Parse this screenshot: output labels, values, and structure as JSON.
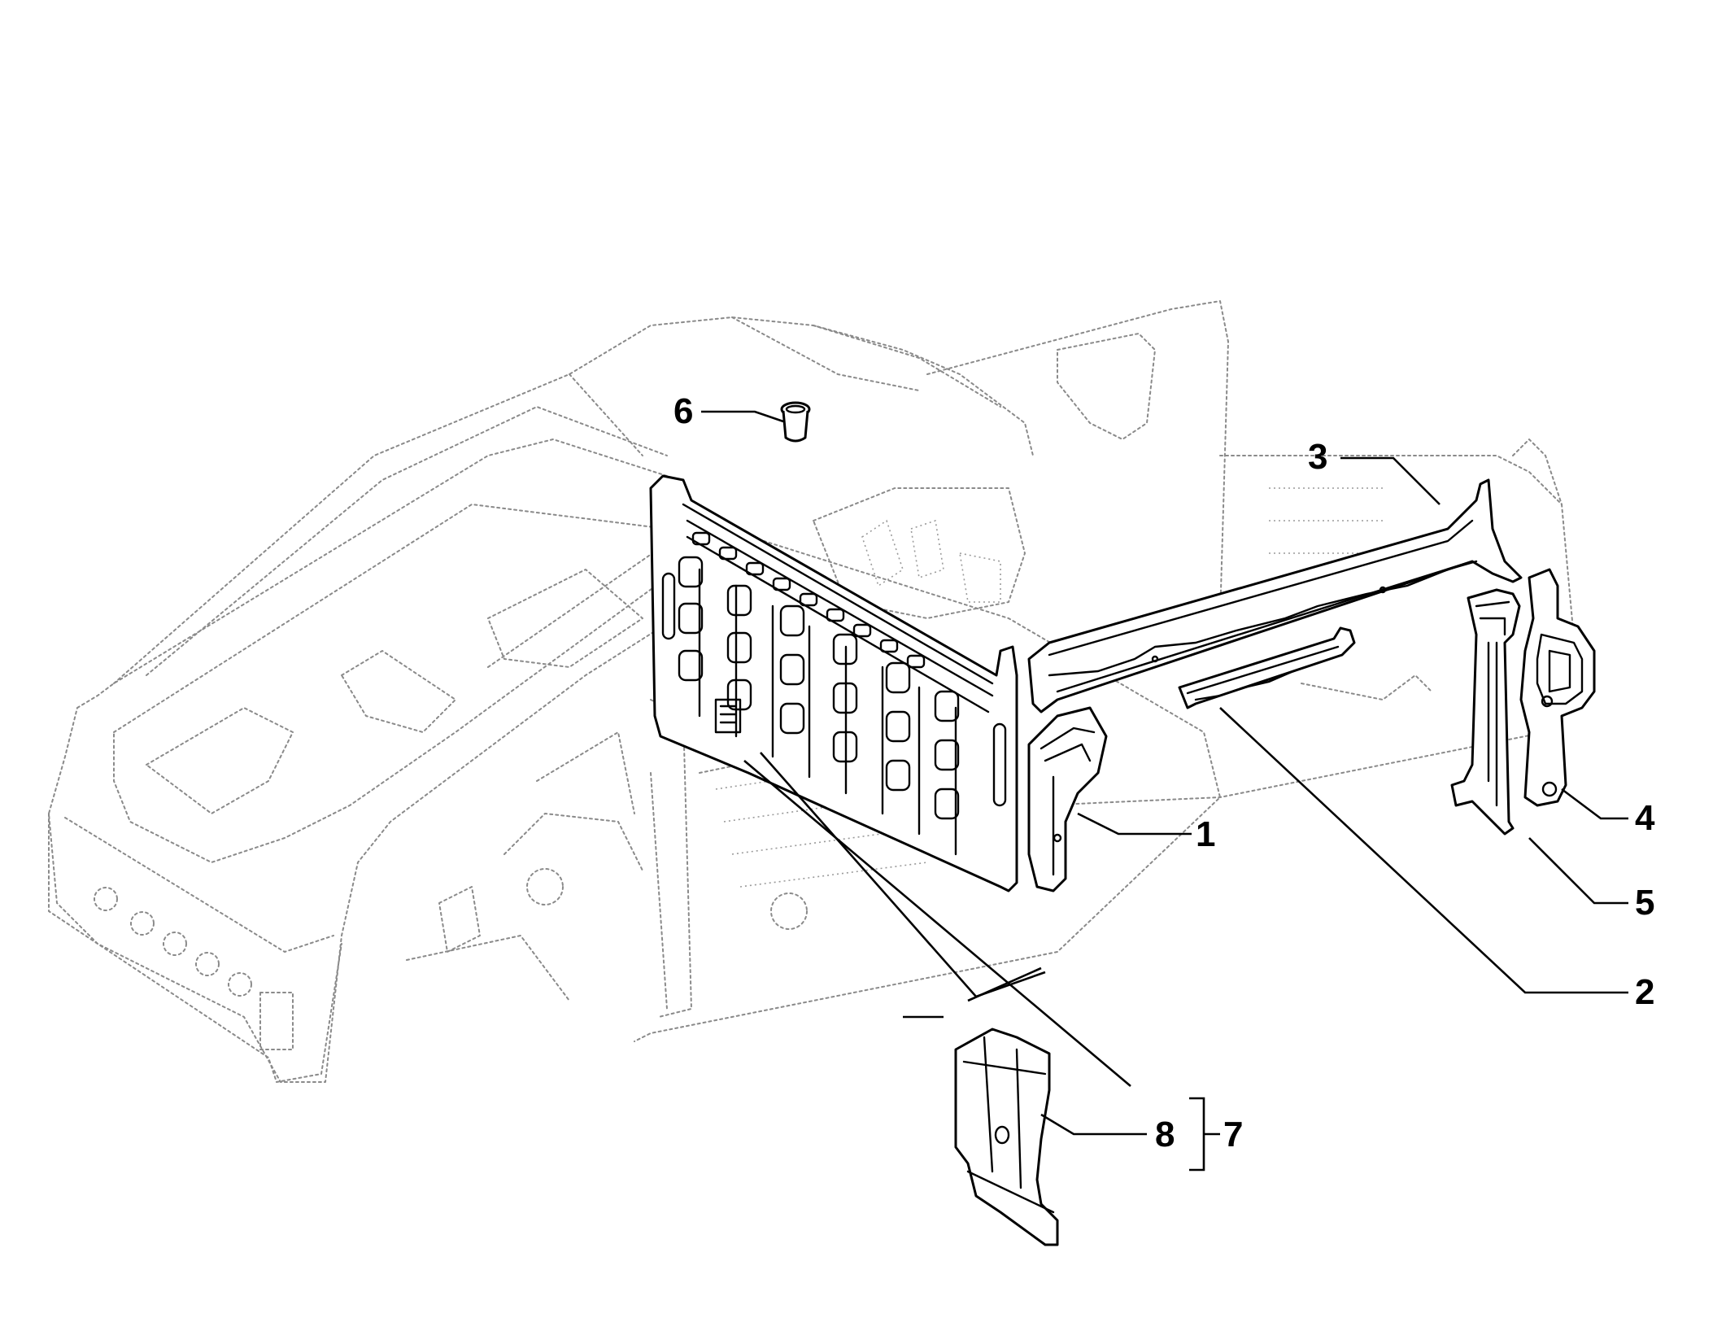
{
  "callouts": [
    {
      "id": "1",
      "label": "1"
    },
    {
      "id": "2",
      "label": "2"
    },
    {
      "id": "3",
      "label": "3"
    },
    {
      "id": "4",
      "label": "4"
    },
    {
      "id": "5",
      "label": "5"
    },
    {
      "id": "6",
      "label": "6"
    },
    {
      "id": "7",
      "label": "7"
    },
    {
      "id": "8",
      "label": "8"
    }
  ],
  "colors": {
    "background": "#ffffff",
    "parts": "#000000",
    "ghost_body": "#8a8a8a"
  }
}
